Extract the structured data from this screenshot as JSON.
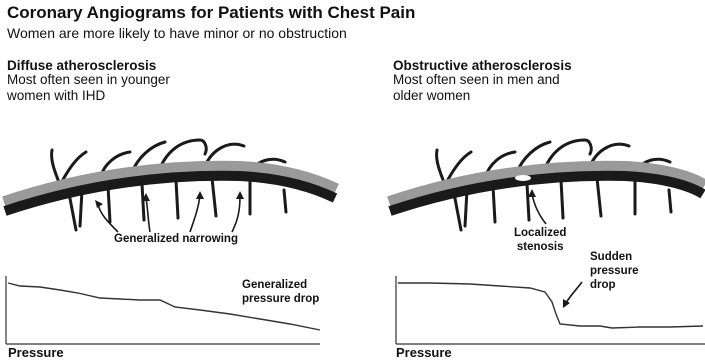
{
  "header": {
    "title": "Coronary Angiograms for Patients with Chest Pain",
    "subtitle": "Women are more likely to have minor or no obstruction"
  },
  "panels": [
    {
      "title": "Diffuse atherosclerosis",
      "description": "Most often seen in younger\nwomen with IHD",
      "vessel_label": "Generalized narrowing",
      "pressure_label": "Generalized\npressure drop",
      "axis_label": "Pressure"
    },
    {
      "title": "Obstructive atherosclerosis",
      "description": "Most often seen in men and\nolder women",
      "vessel_label": "Localized\nstenosis",
      "pressure_label": "Sudden\npressure\ndrop",
      "axis_label": "Pressure"
    }
  ],
  "colors": {
    "vessel": "#1a1a1a",
    "lumen_shade": "#9a9a9a",
    "line": "#333333"
  }
}
